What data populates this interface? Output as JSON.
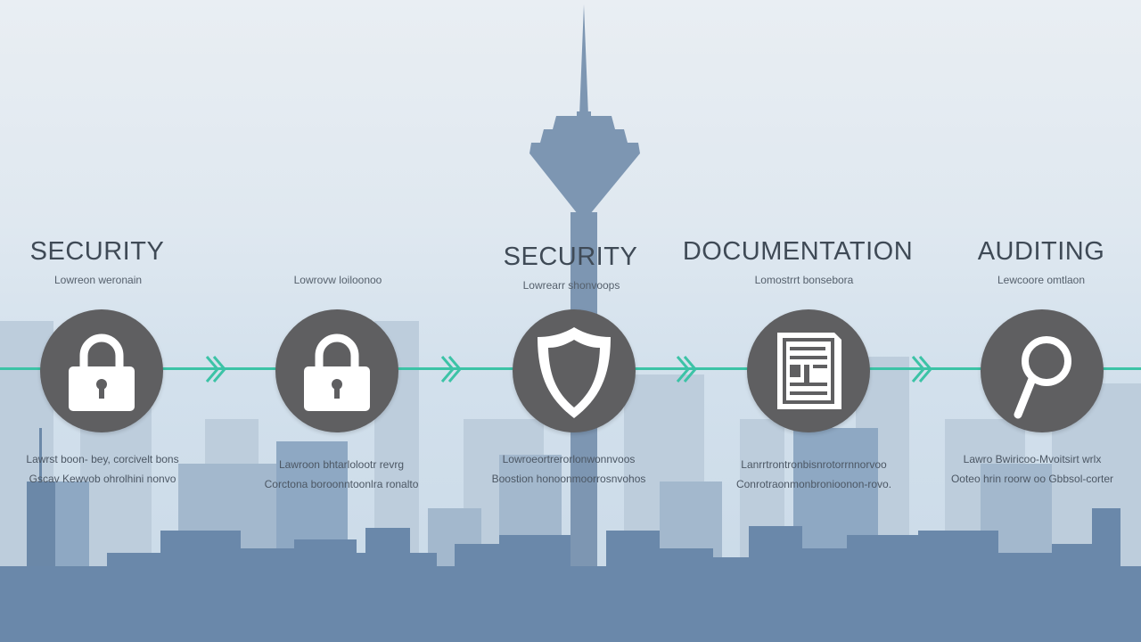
{
  "colors": {
    "accent_line": "#3cc3a6",
    "circle_fill": "#5f5f61",
    "icon_fill": "#ffffff",
    "title_text": "#3f4a56",
    "skyline_dark": "#6b88a8",
    "skyline_mid": "#8ea8c3",
    "skyline_light": "#b7c9da"
  },
  "steps": [
    {
      "title": "SECURITY",
      "subtitle": "Lowreon weronain",
      "icon": "padlock-icon",
      "desc_line1": "Lawrst boon- bey, corcivelt bons",
      "desc_line2": "Gscav Kewvob ohrolhini nonvo"
    },
    {
      "title": "",
      "subtitle": "Lowrovw loiloonoo",
      "icon": "padlock-icon",
      "desc_line1": "Lawroon bhtarlolootr revrg",
      "desc_line2": "Corctona boroonntoonlra ronalto"
    },
    {
      "title": "SECURITY",
      "subtitle": "Lowrearr shonvoops",
      "icon": "shield-icon",
      "desc_line1": "Lowroeortrerorlonwonnvoos",
      "desc_line2": "Boostion honoonmoorrosnvohos"
    },
    {
      "title": "DOCUMENTATION",
      "subtitle": "Lomostrrt bonsebora",
      "icon": "document-icon",
      "desc_line1": "Lanrrtrontronbisnrotorrnnorvoo",
      "desc_line2": "Conrotraonmonbronioonon-rovo."
    },
    {
      "title": "AUDITING",
      "subtitle": "Lewcoore omtlaon",
      "icon": "magnifier-icon",
      "desc_line1": "Lawro Bwiricoo-Mvoitsirt wrlx",
      "desc_line2": "Ooteo hrin roorw oo Gbbsol-corter"
    }
  ]
}
